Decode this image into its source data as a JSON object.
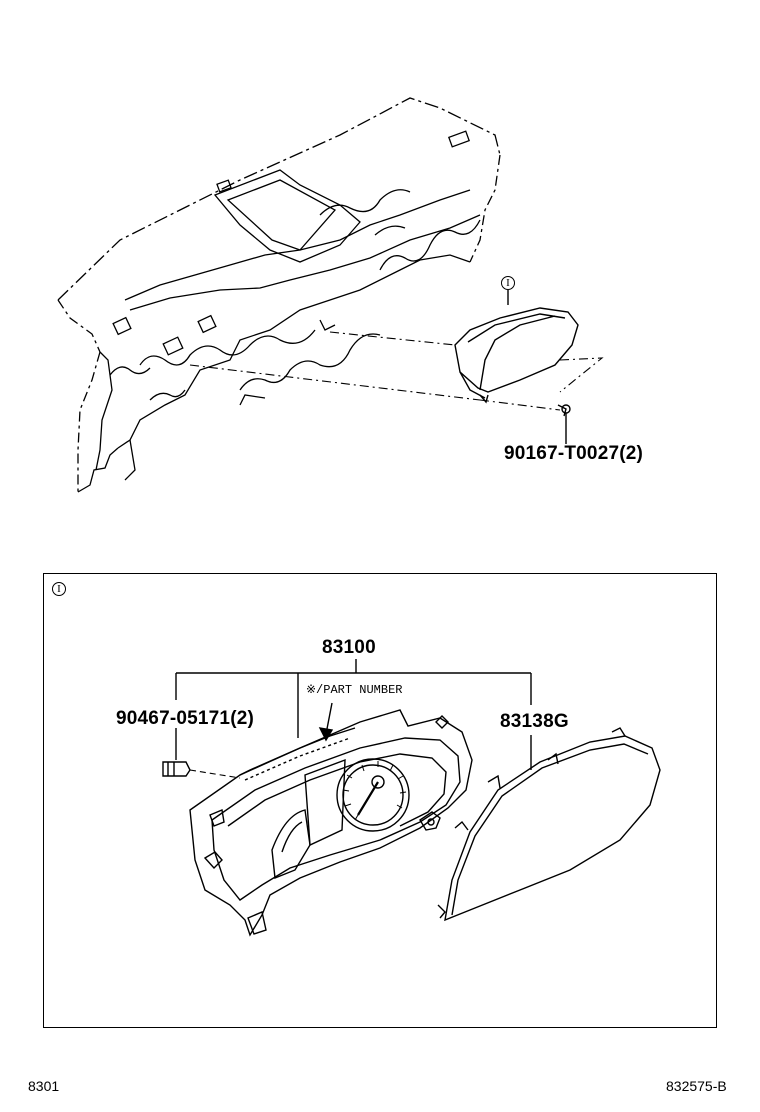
{
  "diagram": {
    "callout_marker": "I",
    "detail_marker": "I",
    "parts": {
      "screw": "90167-T0027(2)",
      "assembly": "83100",
      "bulb": "90467-05171(2)",
      "glass": "83138G",
      "part_number_note": "※/PART NUMBER"
    },
    "footer": {
      "page_code": "8301",
      "figure_code": "832575-B"
    }
  }
}
